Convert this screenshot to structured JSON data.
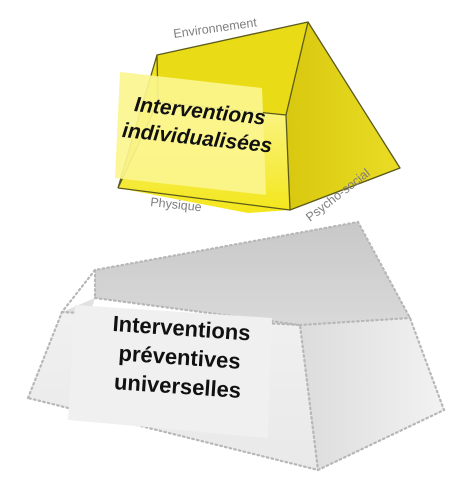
{
  "top_pyramid": {
    "label_line1": "Interventions",
    "label_line2": "individualisées",
    "side_environment": "Environnement",
    "side_physique": "Physique",
    "side_psychosocial": "Psycho-social",
    "color": "#f5ee1a"
  },
  "bottom_pyramid": {
    "label_line1": "Interventions",
    "label_line2": "préventives",
    "label_line3": "universelles",
    "color": "#e6e6e6"
  }
}
